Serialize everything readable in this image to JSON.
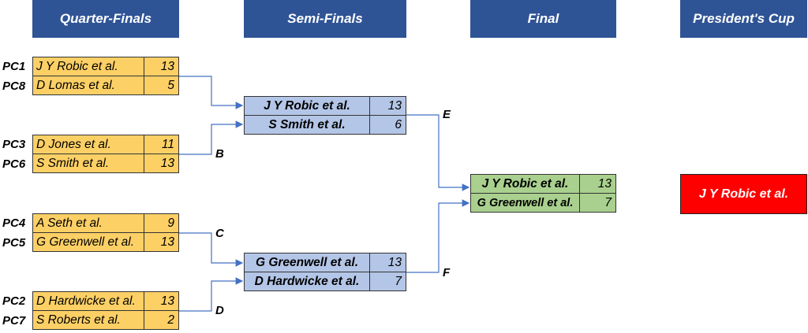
{
  "headers": {
    "quarter_finals": "Quarter-Finals",
    "semi_finals": "Semi-Finals",
    "final": "Final",
    "presidents_cup": "President's Cup"
  },
  "quarter_finals": [
    {
      "seed": "PC1",
      "name": "J Y Robic et al.",
      "score": "13"
    },
    {
      "seed": "PC8",
      "name": "D Lomas et al.",
      "score": "5"
    },
    {
      "seed": "PC3",
      "name": "D Jones et al.",
      "score": "11"
    },
    {
      "seed": "PC6",
      "name": "S Smith et al.",
      "score": "13"
    },
    {
      "seed": "PC4",
      "name": "A Seth et al.",
      "score": "9"
    },
    {
      "seed": "PC5",
      "name": "G Greenwell et al.",
      "score": "13"
    },
    {
      "seed": "PC2",
      "name": "D Hardwicke et al.",
      "score": "13"
    },
    {
      "seed": "PC7",
      "name": "S Roberts et al.",
      "score": "2"
    }
  ],
  "match_labels": {
    "b": "B",
    "c": "C",
    "d": "D",
    "e": "E",
    "f": "F"
  },
  "semi_finals": [
    {
      "name": "J Y Robic et al.",
      "score": "13"
    },
    {
      "name": "S Smith et al.",
      "score": "6"
    },
    {
      "name": "G Greenwell et al.",
      "score": "13"
    },
    {
      "name": "D Hardwicke et al.",
      "score": "7"
    }
  ],
  "final": [
    {
      "name": "J Y Robic et al.",
      "score": "13"
    },
    {
      "name": "G Greenwell et al.",
      "score": "7"
    }
  ],
  "champion": "J Y Robic et al.",
  "colors": {
    "header": "#2f5496",
    "quarter_final_box": "#fdd066",
    "semi_final_box": "#b4c6e7",
    "final_box": "#a9d08e",
    "champion_box": "#ff0000",
    "connector": "#4472c4"
  }
}
